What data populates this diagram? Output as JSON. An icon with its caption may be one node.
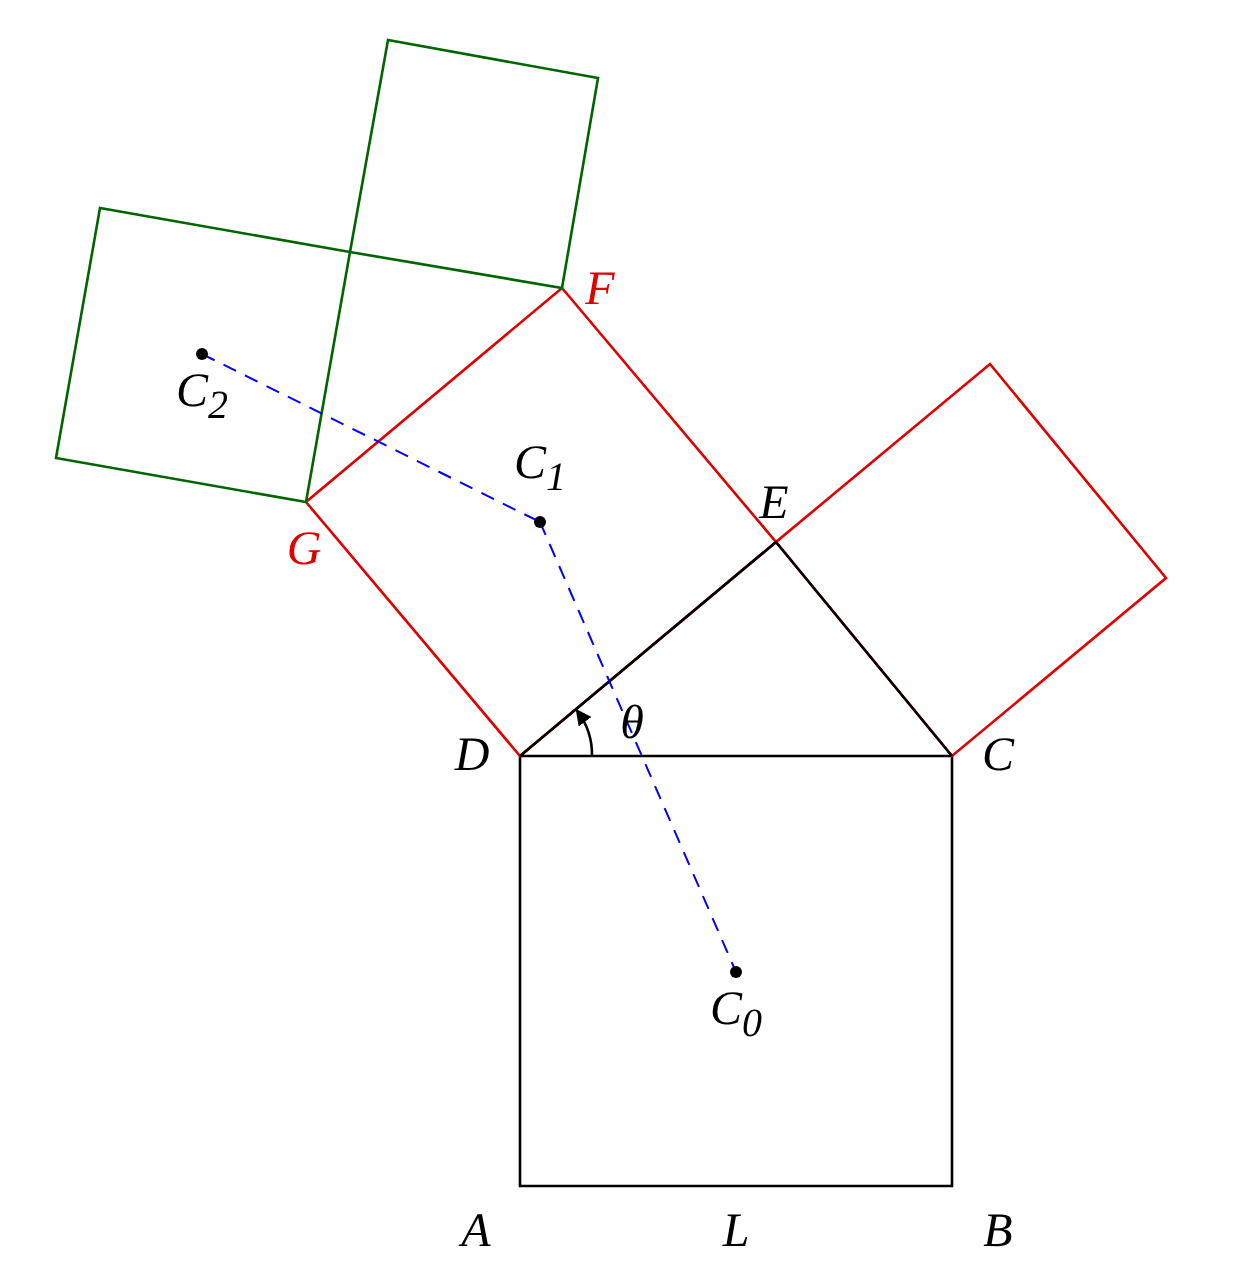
{
  "diagram": {
    "nodes": [
      {
        "text": [
          "C$_{2}$"
        ]
      },
      {
        "text": [
          "C$_{1}$"
        ]
      },
      {
        "text": [
          "C$_{0}$"
        ]
      }
    ],
    "edges": [
      {
        "from": 0,
        "to": 1,
        "arrow": "none",
        "style": "dashed"
      },
      {
        "from": 1,
        "to": 2,
        "arrow": "none",
        "style": "dashed"
      }
    ],
    "labels": [
      "F",
      "E",
      "G",
      "θ",
      "D",
      "C",
      "A",
      "L",
      "B"
    ]
  }
}
